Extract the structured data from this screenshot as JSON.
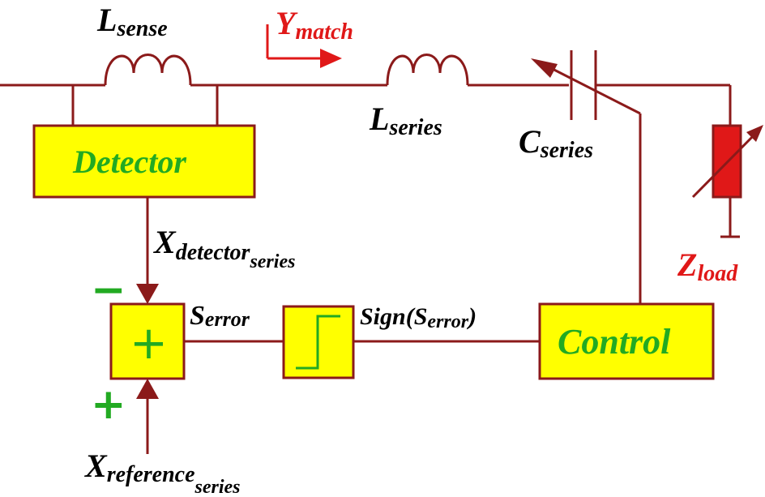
{
  "colors": {
    "wire": "#8b1a1a",
    "box_fill": "#ffff00",
    "green_text": "#22aa22",
    "red_text": "#e01818",
    "black_text": "#000000"
  },
  "labels": {
    "l_sense": {
      "main": "L",
      "sub": "sense"
    },
    "y_match": {
      "main": "Y",
      "sub": "match"
    },
    "l_series": {
      "main": "L",
      "sub": "series"
    },
    "c_series": {
      "main": "C",
      "sub": "series"
    },
    "z_load": {
      "main": "Z",
      "sub": "load"
    },
    "x_detector": {
      "main": "X",
      "sub": "detector",
      "subsub": "series"
    },
    "x_reference": {
      "main": "X",
      "sub": "reference",
      "subsub": "series"
    },
    "s_error": {
      "main": "S",
      "sub": "error"
    },
    "sign_s_error": {
      "prefix": "Sign(",
      "main": "S",
      "sub": "error",
      "suffix": ")"
    }
  },
  "blocks": {
    "detector": "Detector",
    "control": "Control",
    "summer_symbol": "+"
  },
  "signs": {
    "minus": "−",
    "plus": "+"
  }
}
